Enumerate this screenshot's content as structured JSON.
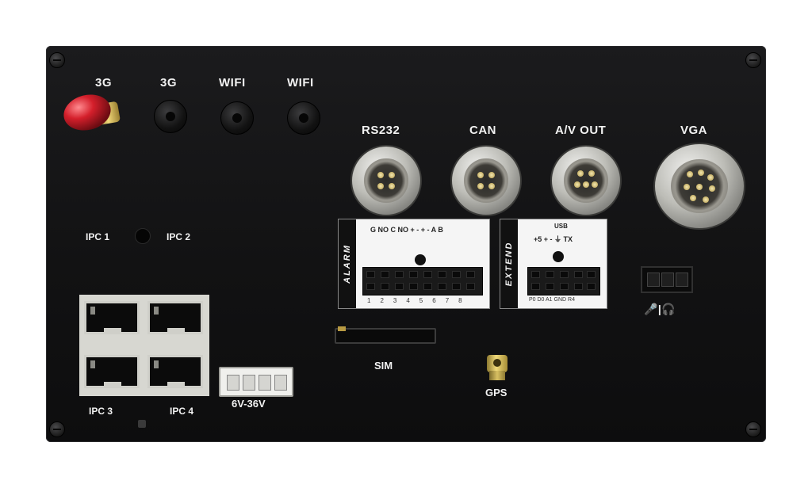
{
  "antenna_labels": [
    "3G",
    "3G",
    "WIFI",
    "WIFI"
  ],
  "port_labels": [
    "RS232",
    "CAN",
    "A/V OUT",
    "VGA"
  ],
  "ipc_labels": [
    "IPC 1",
    "IPC 2",
    "IPC 3",
    "IPC 4"
  ],
  "alarm": {
    "title": "ALARM",
    "pin_header": "G NO C NO + - + - A B",
    "pin_numbers": "12345678"
  },
  "extend": {
    "title": "EXTEND",
    "usb_label": "USB",
    "pin_header": "+5 + - ⏚ TX",
    "pin_footer": "P0 D0 A1 GND R4"
  },
  "power_label": "6V-36V",
  "sim_label": "SIM",
  "gps_label": "GPS",
  "audio_label": "🎤|🎧",
  "colors": {
    "panel": "#141415",
    "label": "#f2f2f2",
    "red_antenna": "#c8202a",
    "gold": "#d6b95a"
  }
}
